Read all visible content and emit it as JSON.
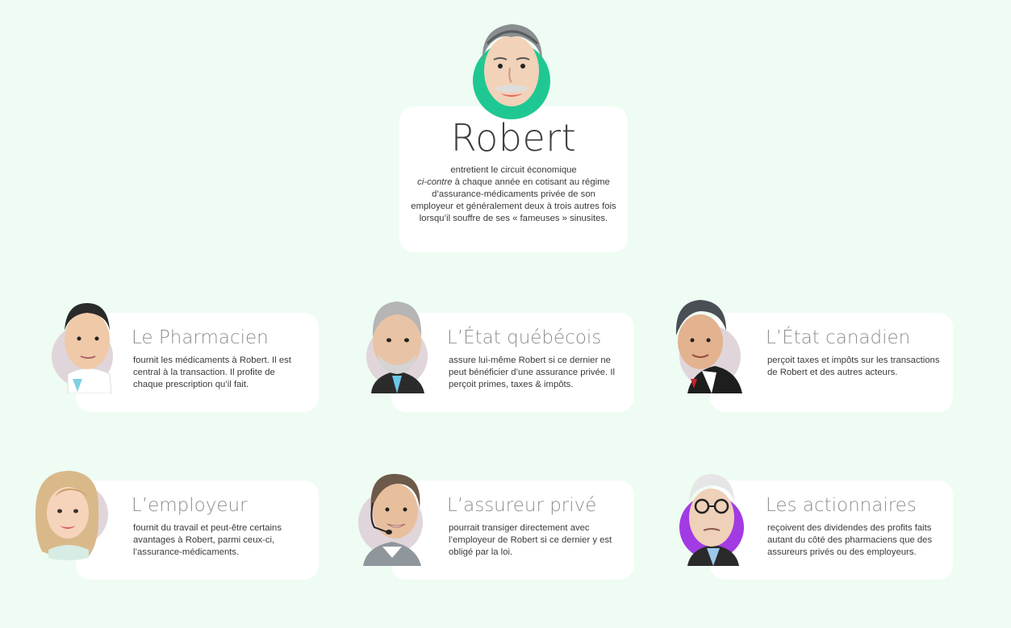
{
  "main": {
    "name": "Robert",
    "desc_line1": "entretient le circuit économique",
    "desc_italic": "ci-contre",
    "desc_rest": " à chaque année en cotisant au régime d’assurance-médicaments privée de son employeur et généralement deux à trois autres fois lorsqu’il souffre de ses « fameuses » sinusites."
  },
  "roles": [
    {
      "title": "Le Pharmacien",
      "desc": "fournit les médicaments à Robert. Il est central à la transaction. Il profite de chaque prescription qu’il fait."
    },
    {
      "title": "L’État québécois",
      "desc": "assure lui-même Robert si ce dernier ne peut bénéficier d’une assurance privée. Il perçoit primes, taxes & impôts."
    },
    {
      "title": "L’État canadien",
      "desc": "perçoit taxes et impôts sur les transactions de Robert et des autres acteurs."
    },
    {
      "title": "L’employeur",
      "desc": "fournit du travail et peut-être certains avantages à Robert, parmi ceux-ci, l’assurance-médicaments."
    },
    {
      "title": "L’assureur privé",
      "desc": "pourrait transiger directement avec l’employeur de Robert si ce dernier y est obligé par la loi."
    },
    {
      "title": "Les actionnaires",
      "desc": "reçoivent des dividendes des profits faits autant du côté des pharmaciens que des assureurs privés ou des employeurs."
    }
  ],
  "colors": {
    "background": "#eefcf3",
    "robert_ring": "#1fc892",
    "portrait_ring": "#e0d5da",
    "actionnaires_ring": "#a23be3"
  }
}
